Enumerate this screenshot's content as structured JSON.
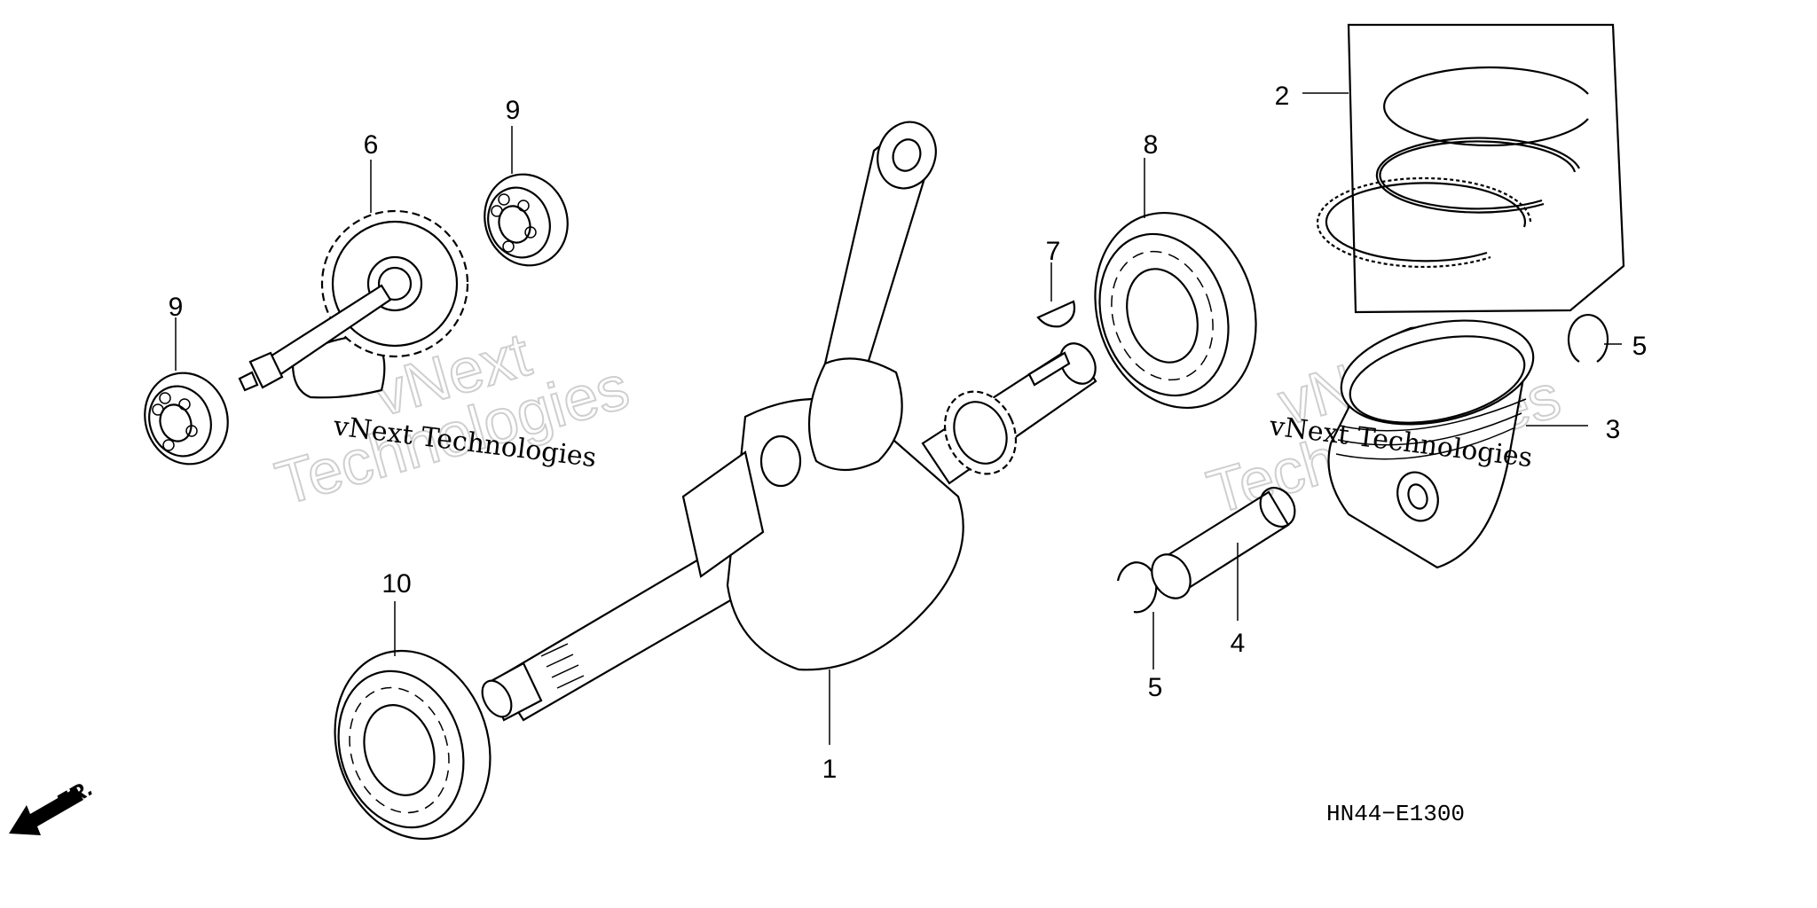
{
  "diagram": {
    "reference_code": "HN44−E1300",
    "front_indicator": "FR.",
    "watermark": {
      "line": "vNext Technologies",
      "big_top": "vNext",
      "big_bottom": "Technologies"
    },
    "callouts": {
      "p1": "1",
      "p2": "2",
      "p3": "3",
      "p4": "4",
      "p5a": "5",
      "p5b": "5",
      "p6": "6",
      "p7": "7",
      "p8": "8",
      "p9a": "9",
      "p9b": "9",
      "p10": "10"
    }
  }
}
